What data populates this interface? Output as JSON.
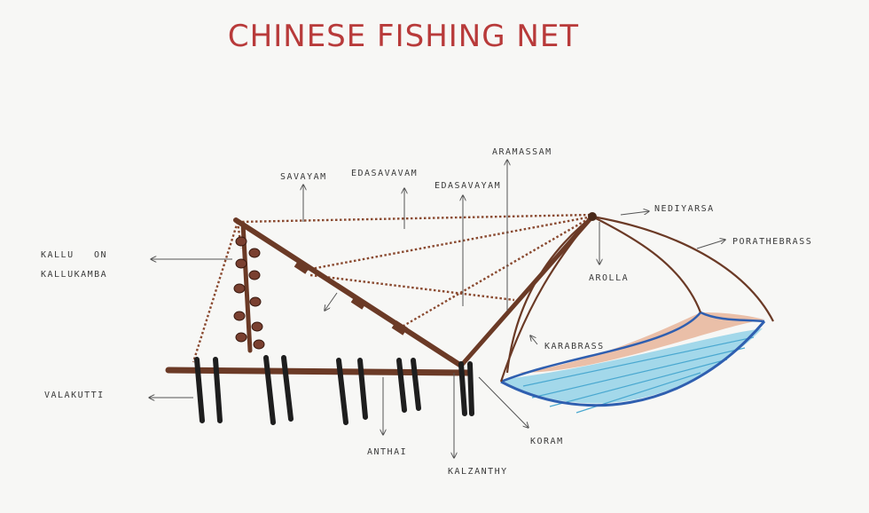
{
  "title": "CHINESE FISHING NET",
  "labels": {
    "savayam": "SAVAYAM",
    "edasavavam": "EDASAVAVAM",
    "edasavayam": "EDASAVAYAM",
    "aramassam": "ARAMASSAM",
    "nediyarsa": "NEDIYARSA",
    "porathebrass": "PORATHEBRASS",
    "arolla": "AROLLA",
    "karabrass": "KARABRASS",
    "koram": "KORAM",
    "kalzanthy": "KALZANTHY",
    "anthai": "ANTHAI",
    "valakutti": "VALAKUTTI",
    "kallu_line1": "KALLU",
    "kallu_on": "ON",
    "kallu_line2": "KALLUKAMBA"
  },
  "colors": {
    "title": "#b83a3a",
    "wood": "#6b3a26",
    "rope": "#8a4a30",
    "post": "#1e1e1e",
    "net_blue": "#2f5fb0",
    "net_cyan": "#5fc0e0",
    "net_peach": "#e8b59a"
  }
}
